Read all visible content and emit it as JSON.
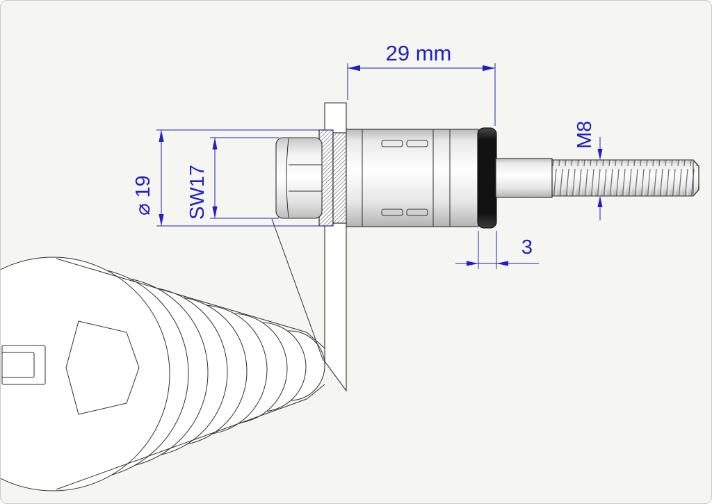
{
  "drawing": {
    "dimensions": {
      "width": "29 mm",
      "thread": "M8",
      "diameter": "⌀ 19",
      "wrench_size": "SW17",
      "ring_width": "3"
    },
    "colors": {
      "dimension_blue": "#1f1fc4",
      "line_black": "#2e2e2e",
      "ring_black": "#141414",
      "background": "#f5f5f2"
    }
  }
}
